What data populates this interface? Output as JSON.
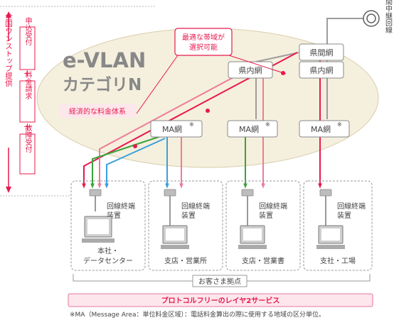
{
  "left_panel": {
    "main_label": "全国ワンストップ提供",
    "steps": [
      "申込受付",
      "料金請求",
      "故障受付"
    ],
    "plus": "＋"
  },
  "category": {
    "title_line1": "e-VLAN",
    "title_line2": "カテゴリN",
    "feature_badge": "経済的な料金体系",
    "callout_line1": "最適な帯域が",
    "callout_line2": "選択可能"
  },
  "network": {
    "relay_line": "東西間中継回線",
    "prefectural_net": "県間網",
    "intra_pref_net": "県内網",
    "ma_net": "MA網",
    "ma_mark": "※"
  },
  "sites": {
    "terminal_line1": "回線終端",
    "terminal_line2": "装置",
    "names": [
      [
        "本社・",
        "データセンター"
      ],
      [
        "支店・営業所"
      ],
      [
        "支店・営業書"
      ],
      [
        "支社・工場"
      ]
    ],
    "customer_sites": "お客さま拠点"
  },
  "service_bar": "プロトコルフリーのレイヤ2サービス",
  "footnote": "※MA（Message Area：単位料金区域）：電話料金算出の際に使用する地域の区分単位。",
  "colors": {
    "red": "#e8194e",
    "pink": "#ee7c98",
    "green": "#37a43b",
    "blue": "#3a9fdd",
    "gray_line": "#9d9d9d",
    "dark_gray": "#5f5f5f",
    "oval_fill": "#f5efde",
    "oval_stroke": "#d8cdaa",
    "title": "#888888",
    "badge_bg": "#fde6ec",
    "bar_border": "#e6799a"
  }
}
